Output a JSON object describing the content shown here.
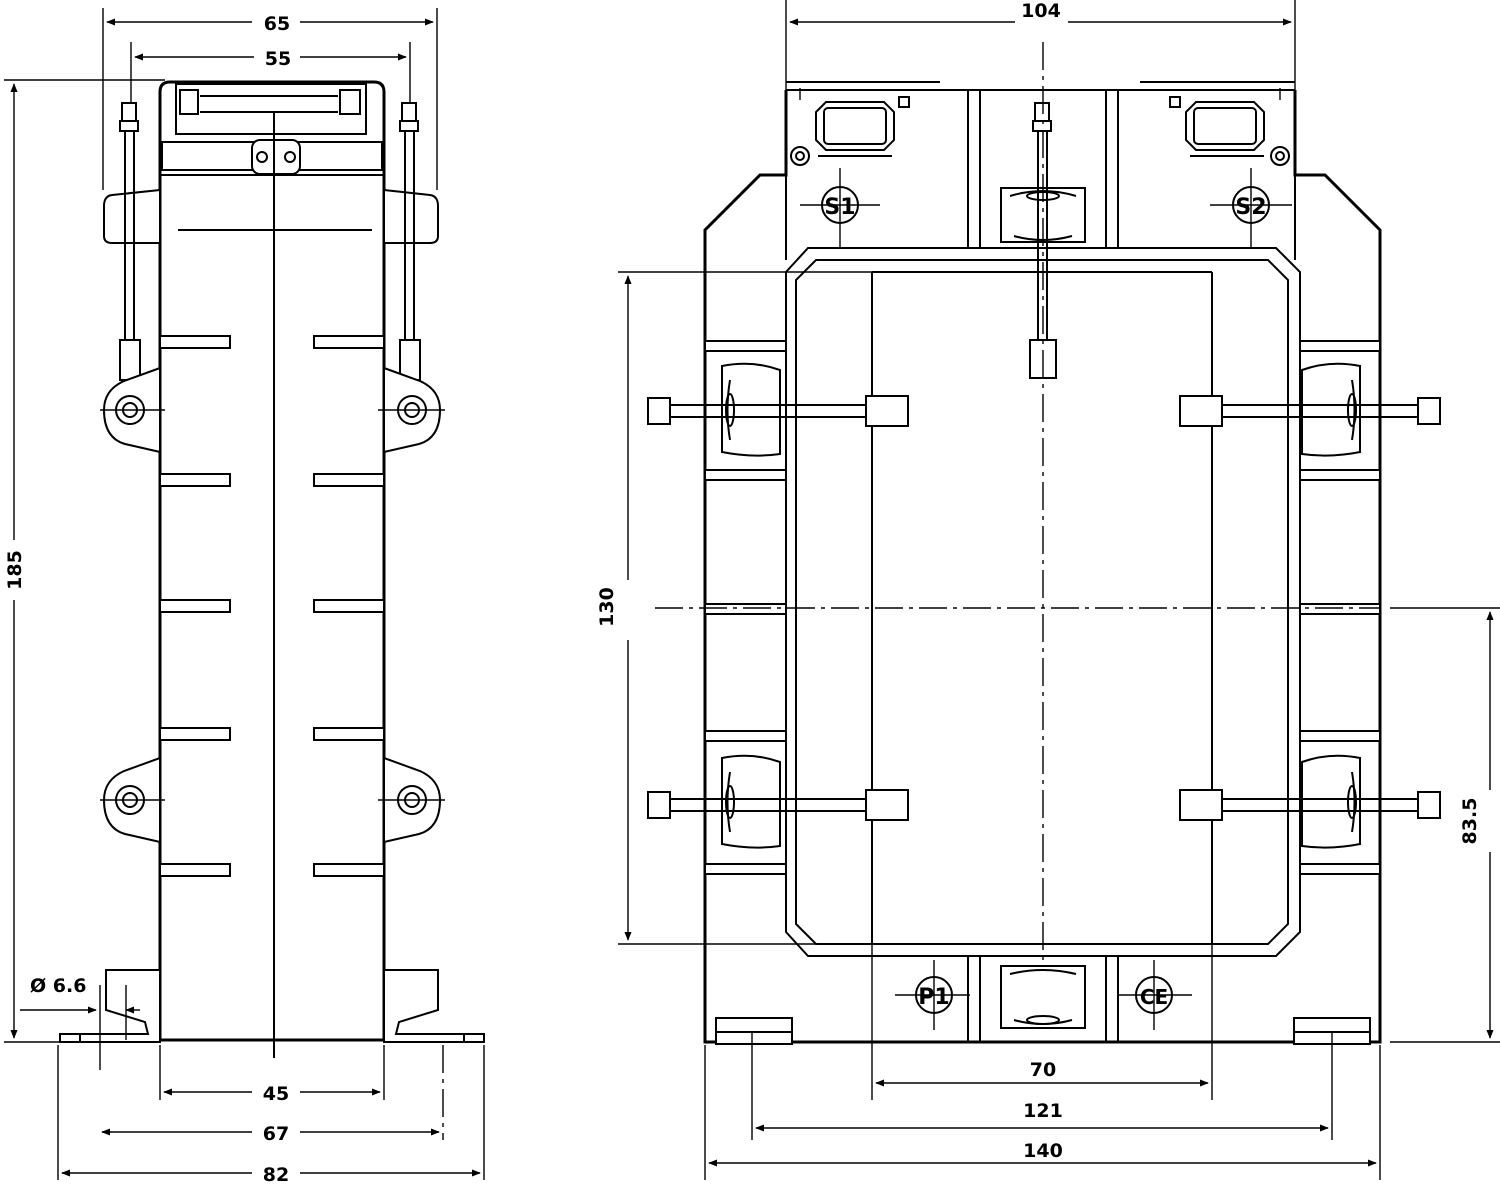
{
  "side_view": {
    "dims": {
      "top_outer": "65",
      "top_inner": "55",
      "height": "185",
      "hole_diameter": "Ø 6.6",
      "bottom_inner": "45",
      "bottom_mid": "67",
      "bottom_outer": "82"
    }
  },
  "front_view": {
    "dims": {
      "top_width": "104",
      "window_height": "130",
      "mount_height": "83.5",
      "window_width": "70",
      "mount_spacing": "121",
      "total_width": "140"
    },
    "terminals": {
      "s1": "S1",
      "s2": "S2",
      "p1": "P1",
      "ce": "CE"
    }
  }
}
